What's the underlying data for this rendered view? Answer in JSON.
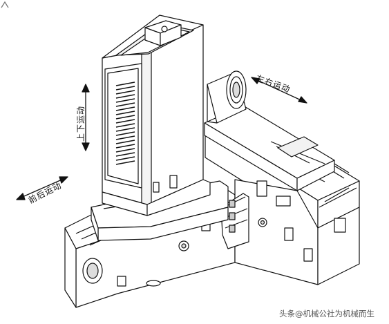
{
  "labels": {
    "left_right": "左右运动",
    "up_down": "上下运动",
    "front_back": "前后运动"
  },
  "watermark": "头条@机械公社为机械而生",
  "colors": {
    "line": "#111111",
    "fill": "#ffffff",
    "shade": "#d9d9d9",
    "dark": "#222222"
  },
  "icons": {
    "arrows": "double-headed-arrow",
    "watermark_logo": "toutiao-logo"
  }
}
